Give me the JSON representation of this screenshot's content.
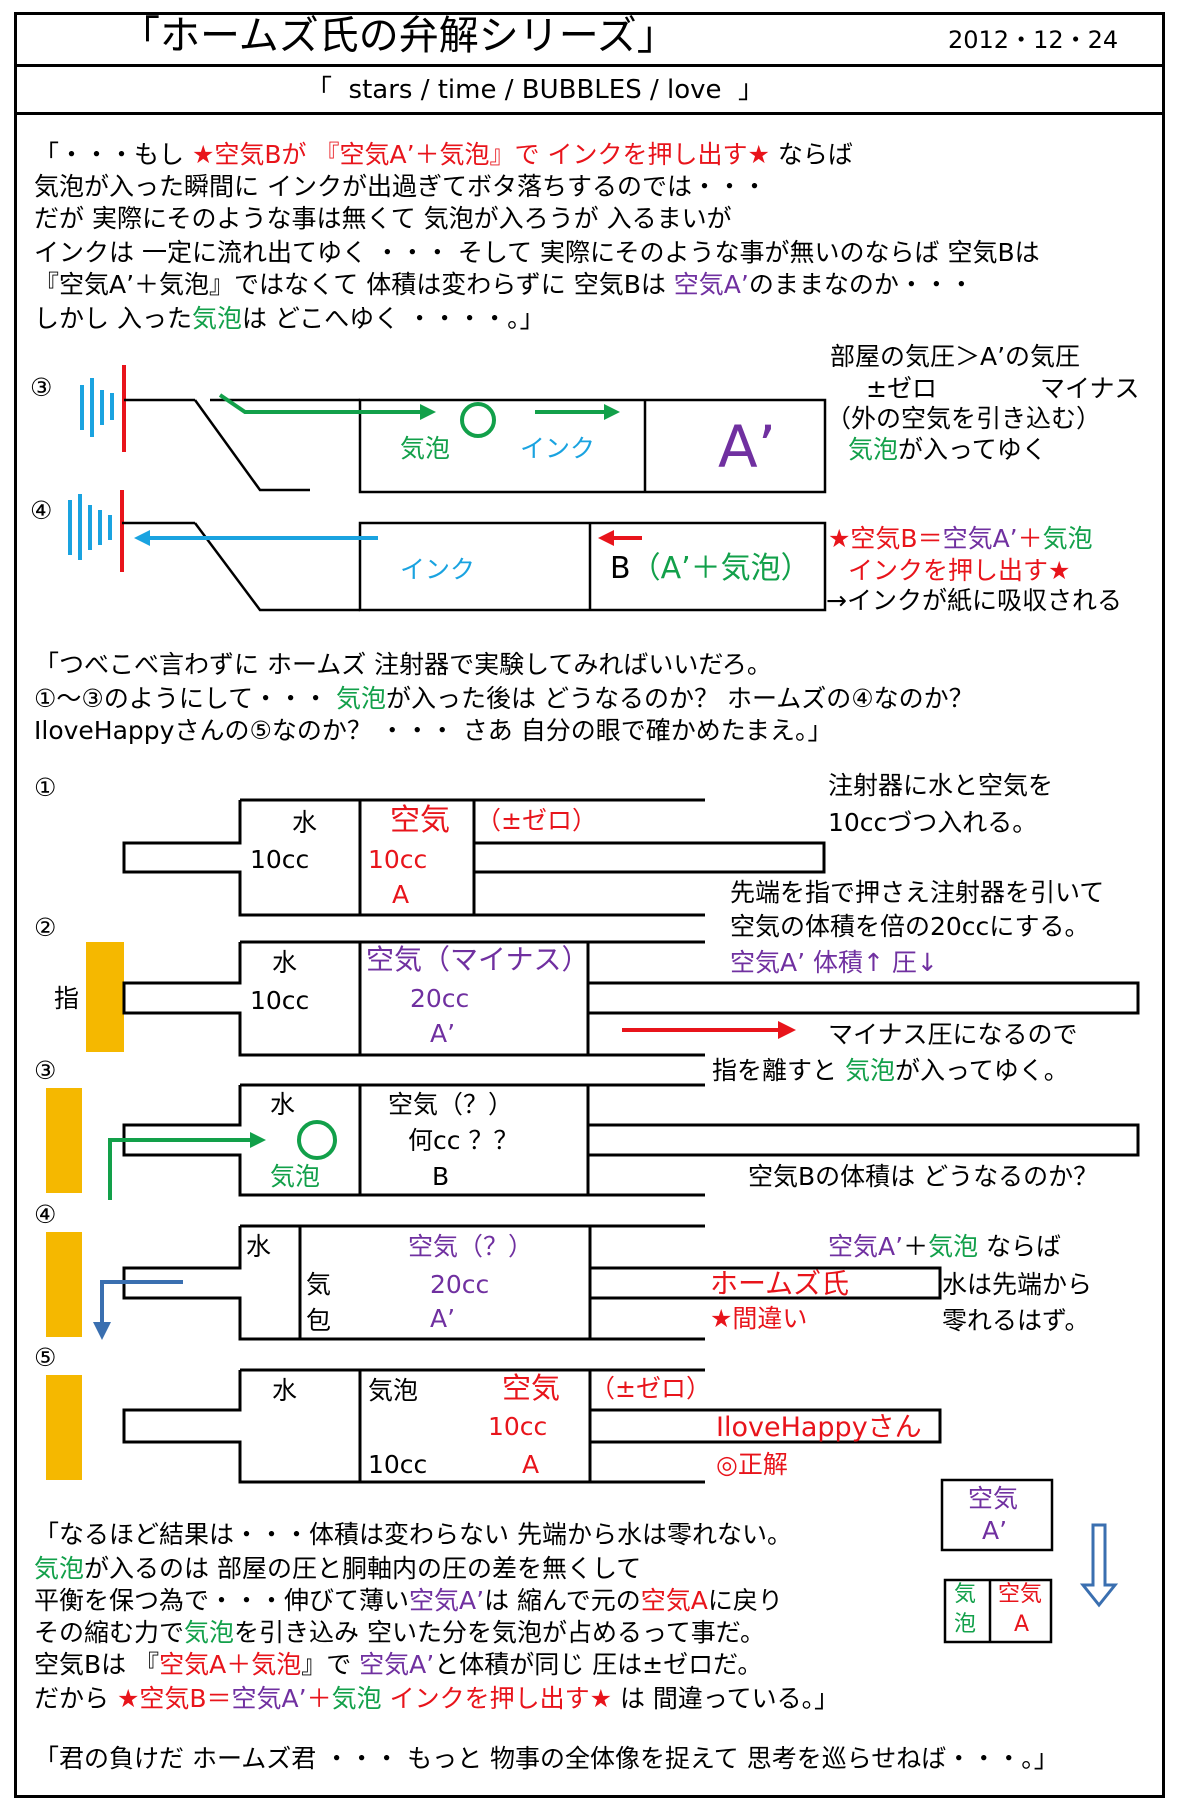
{
  "header": {
    "title": "「ホームズ氏の弁解シリーズ」",
    "date": "2012・12・24"
  },
  "subtitle": "「  stars / time / BUBBLES / love  」",
  "intro": [
    [
      "「・・・もし ",
      "★空気Bが 『空気A’＋気泡』で インクを押し出す★",
      " ならば"
    ],
    [
      "気泡が入った瞬間に インクが出過ぎてボタ落ちするのでは・・・"
    ],
    [
      "だが 実際にそのような事は無くて 気泡が入ろうが 入るまいが"
    ],
    [
      "インクは 一定に流れ出てゆく ・・・ そして 実際にそのような事が無いのならば 空気Bは"
    ],
    [
      "『空気A’＋気泡』ではなくて 体積は変わらずに 空気Bは ",
      "空気A’",
      "のままなのか・・・"
    ],
    [
      "しかし 入った",
      "気泡",
      "は どこへゆく ・・・・。」"
    ]
  ],
  "diagram_top": {
    "n3": "③",
    "n4": "④",
    "bubble": "気泡",
    "ink": "インク",
    "a_prime": "A’",
    "right3": [
      "部屋の気圧＞A’の気圧",
      "±ゼロ",
      "マイナス",
      "（外の空気を引き込む）",
      "気泡",
      "が入ってゆく"
    ],
    "ink4": "インク",
    "b4": "B",
    "b4_paren": "（A’＋気泡）",
    "right4": [
      "★空気B＝",
      "空気A’",
      "＋",
      "気泡",
      "インクを押し出す★",
      "→インクが紙に吸収される"
    ]
  },
  "middle": [
    [
      "「つべこべ言わずに ホームズ 注射器で実験してみればいいだろ。"
    ],
    [
      "①～③のようにして・・・ ",
      "気泡",
      "が入った後は どうなるのか？ ホームズの④なのか？"
    ],
    [
      "IloveHappyさんの⑤なのか？ ・・・ さあ 自分の眼で確かめたまえ。」"
    ]
  ],
  "syringes": {
    "n1": "①",
    "n2": "②",
    "n3": "③",
    "n4": "④",
    "n5": "⑤",
    "s1": {
      "water": "水",
      "water_cc": "10cc",
      "air": "空気",
      "air_paren": "（±ゼロ）",
      "air_cc": "10cc",
      "air_label": "A",
      "right": [
        "注射器に水と空気を",
        "10ccづつ入れる。"
      ]
    },
    "mid12": [
      "先端を指で押さえ注射器を引いて",
      "空気の体積を倍の20ccにする。"
    ],
    "s2": {
      "finger": "指",
      "water": "水",
      "water_cc": "10cc",
      "air": "空気（マイナス）",
      "air_cc": "20cc",
      "air_label": "A’",
      "right": [
        "空気A’ 体積↑ 圧↓",
        "マイナス圧になるので",
        "指を離すと ",
        "気泡",
        "が入ってゆく。"
      ]
    },
    "s3": {
      "water": "水",
      "bubble": "気泡",
      "air": "空気（？）",
      "air_cc": "何cc ？？",
      "air_label": "B",
      "right": "空気Bの体積は どうなるのか？"
    },
    "s4": {
      "water": "水",
      "bubble1": "気",
      "bubble2": "包",
      "air": "空気（？）",
      "air_cc": "20cc",
      "air_label": "A’",
      "holmes": "ホームズ氏",
      "wrong": "★間違い",
      "right": [
        "空気A’",
        "＋",
        "気泡",
        " ならば",
        "水は先端から",
        "零れるはず。"
      ]
    },
    "s5": {
      "water": "水",
      "bubble": "気泡",
      "bubble_cc": "10cc",
      "air": "空気",
      "air_paren": "（±ゼロ）",
      "air_cc": "10cc",
      "air_label": "A",
      "happy": "IloveHappyさん",
      "correct": "◎正解"
    },
    "box_top": [
      "空気",
      "A’"
    ],
    "box_bottom": [
      "気",
      "泡",
      "空気",
      "A"
    ]
  },
  "conclusion": [
    [
      "「なるほど結果は・・・体積は変わらない 先端から水は零れない。"
    ],
    [
      "気泡",
      "が入るのは 部屋の圧と胴軸内の圧の差を無くして"
    ],
    [
      "平衡を保つ為で・・・伸びて薄い",
      "空気A’",
      "は 縮んで元の",
      "空気A",
      "に戻り"
    ],
    [
      "その縮む力で",
      "気泡",
      "を引き込み 空いた分を気泡が占めるって事だ。"
    ],
    [
      "空気Bは 『",
      "空気A＋気泡",
      "』で ",
      "空気A’",
      "と体積が同じ 圧は±ゼロだ。"
    ],
    [
      "だから ",
      "★空気B＝",
      "空気A’",
      "＋",
      "気泡",
      " インクを押し出す★",
      " は 間違っている。」"
    ]
  ],
  "final": "「君の負けだ ホームズ君 ・・・ もっと 物事の全体像を捉えて 思考を巡らせねば・・・。」",
  "colors": {
    "red": "#e8141b",
    "green": "#12a04a",
    "purple": "#7030a0",
    "blue": "#1aa3e0",
    "yellow": "#f5b800",
    "darkblue": "#3a6fb0"
  }
}
